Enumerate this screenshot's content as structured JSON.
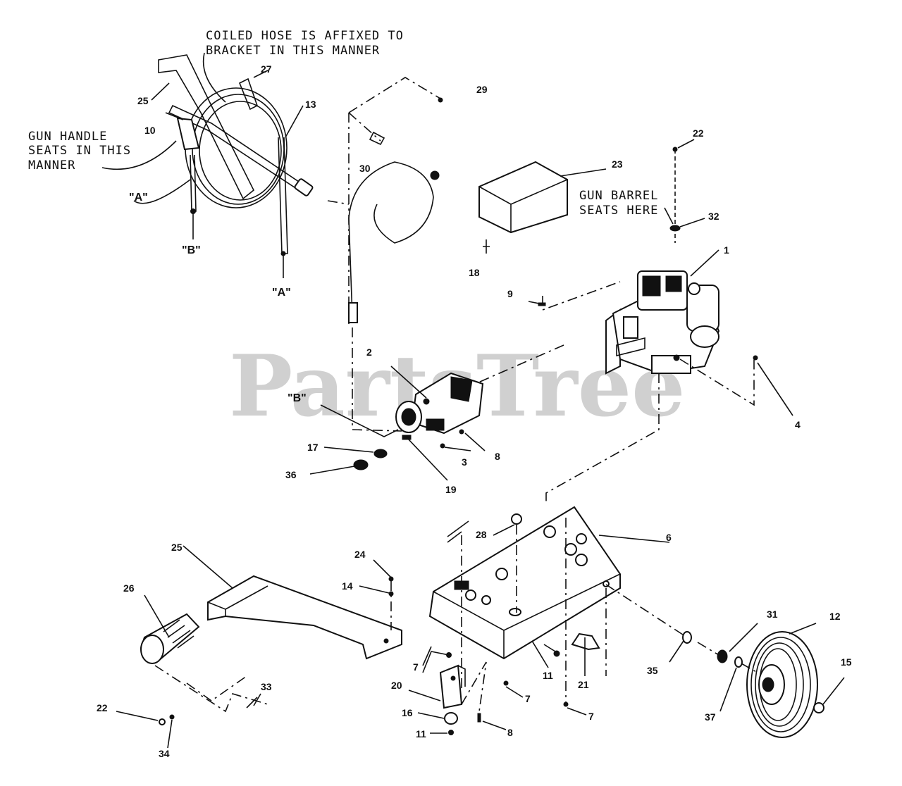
{
  "watermark": "PartsTree",
  "notes": {
    "coiled_hose_1": "COILED HOSE IS AFFIXED TO",
    "coiled_hose_2": "BRACKET IN THIS MANNER",
    "gun_handle_1": "GUN HANDLE",
    "gun_handle_2": "SEATS IN THIS",
    "gun_handle_3": "MANNER",
    "gun_barrel_1": "GUN BARREL",
    "gun_barrel_2": "SEATS HERE"
  },
  "markers": {
    "a_top": "\"A\"",
    "b_left": "\"B\"",
    "a_bottom": "\"A\"",
    "b_pump": "\"B\""
  },
  "callouts": {
    "c25_top": "25",
    "c27": "27",
    "c13": "13",
    "c10": "10",
    "c29": "29",
    "c30": "30",
    "c18": "18",
    "c23": "23",
    "c22_top": "22",
    "c32": "32",
    "c1": "1",
    "c9": "9",
    "c2": "2",
    "c4": "4",
    "c17": "17",
    "c3": "3",
    "c8_pump": "8",
    "c36": "36",
    "c19": "19",
    "c28": "28",
    "c6": "6",
    "c25_handle": "25",
    "c24": "24",
    "c14": "14",
    "c26": "26",
    "c31": "31",
    "c12": "12",
    "c11_right": "11",
    "c21": "21",
    "c35": "35",
    "c15": "15",
    "c7_left": "7",
    "c20": "20",
    "c7_mid": "7",
    "c7_right": "7",
    "c37": "37",
    "c16": "16",
    "c8_bottom": "8",
    "c11_bottom": "11",
    "c22_bottom": "22",
    "c33": "33",
    "c34": "34"
  }
}
